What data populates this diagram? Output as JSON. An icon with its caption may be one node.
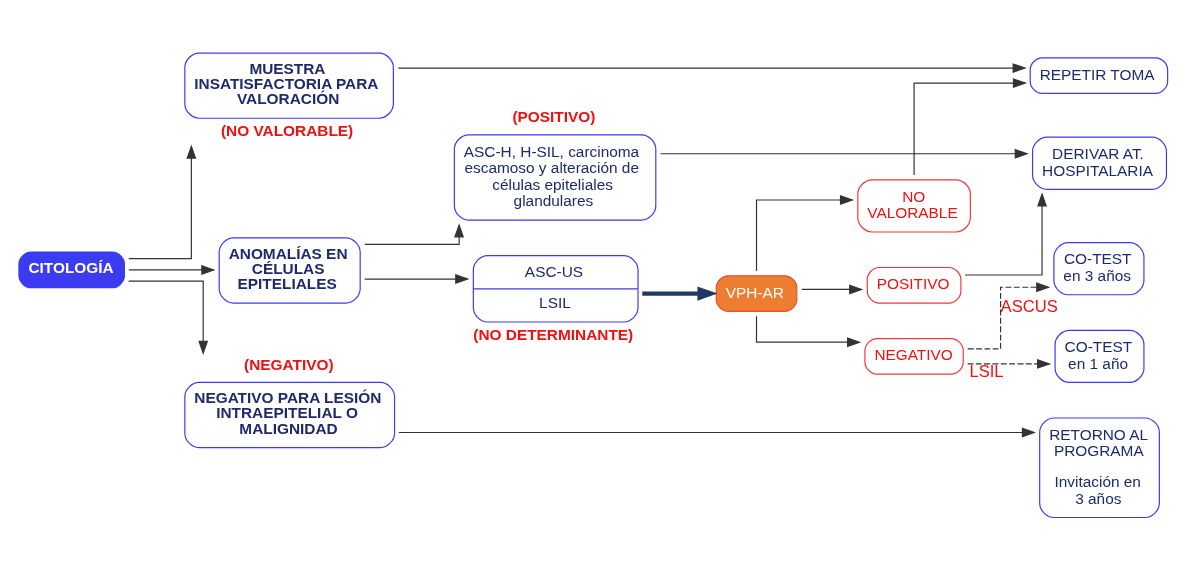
{
  "diagram": {
    "nodes": [
      {
        "text": [
          "CITOLOGÍA"
        ]
      },
      {
        "text": [
          "MUESTRA INSATISFACTORIA PARA VALORACIÓN"
        ],
        "beside": [
          "(NO VALORABLE)"
        ]
      },
      {
        "text": [
          "ANOMALÍAS EN CÉLULAS EPITELIALES"
        ]
      },
      {
        "text": [
          "NEGATIVO PARA LESIÓN INTRAEPITELIAL O MALIGNIDAD"
        ],
        "beside": [
          "(NEGATIVO)"
        ]
      },
      {
        "text": [
          "ASC-H, H-SIL, carcinoma escamoso y alteración de células epiteliales glandulares"
        ],
        "beside": [
          "(POSITIVO)"
        ]
      },
      {
        "text": [
          "ASC-US",
          "LSIL"
        ],
        "beside": [
          "(NO DETERMINANTE)"
        ]
      },
      {
        "text": [
          "VPH-AR"
        ]
      },
      {
        "text": [
          "NO VALORABLE"
        ]
      },
      {
        "text": [
          "POSITIVO"
        ]
      },
      {
        "text": [
          "NEGATIVO"
        ]
      },
      {
        "text": [
          "REPETIR TOMA"
        ]
      },
      {
        "text": [
          "DERIVAR AT. HOSPITALARIA"
        ]
      },
      {
        "text": [
          "CO-TEST en 3 años"
        ]
      },
      {
        "text": [
          "CO-TEST en 1 año"
        ]
      },
      {
        "text": [
          "RETORNO AL PROGRAMA",
          "Invitación en 3 años"
        ]
      }
    ],
    "edges": [
      {
        "from": 0,
        "to": 1,
        "arrow": "to"
      },
      {
        "from": 0,
        "to": 2,
        "arrow": "to"
      },
      {
        "from": 0,
        "to": 3,
        "arrow": "to"
      },
      {
        "from": 1,
        "to": 10,
        "arrow": "to"
      },
      {
        "from": 2,
        "to": 4,
        "arrow": "to"
      },
      {
        "from": 2,
        "to": 5,
        "arrow": "to"
      },
      {
        "from": 4,
        "to": 11,
        "arrow": "to"
      },
      {
        "from": 5,
        "to": 6,
        "arrow": "to",
        "color": "#1f3864",
        "style": "thick"
      },
      {
        "from": 6,
        "to": 7,
        "arrow": "to"
      },
      {
        "from": 6,
        "to": 8,
        "arrow": "to"
      },
      {
        "from": 6,
        "to": 9,
        "arrow": "to"
      },
      {
        "from": 7,
        "to": 10,
        "arrow": "to"
      },
      {
        "from": 8,
        "to": 11,
        "arrow": "to"
      },
      {
        "from": 9,
        "to": 12,
        "arrow": "to",
        "style": "dashed",
        "label": "ASCUS"
      },
      {
        "from": 9,
        "to": 13,
        "arrow": "to",
        "style": "dashed",
        "label": "LSIL"
      },
      {
        "from": 3,
        "to": 14,
        "arrow": "to"
      }
    ]
  }
}
